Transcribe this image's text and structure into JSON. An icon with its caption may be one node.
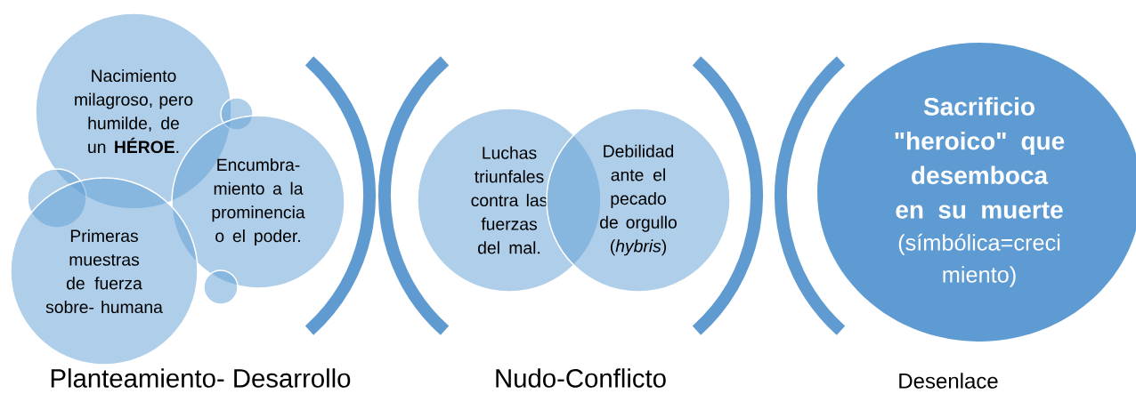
{
  "diagram": {
    "nodes": [
      {
        "text": [
          "Nacimiento milagroso, pero humilde, de un **HÉROE**."
        ]
      },
      {
        "text": [],
        "shape": "circle"
      },
      {
        "text": [
          "Encumbra- miento a la prominencia o el poder."
        ]
      },
      {
        "text": [],
        "shape": "circle"
      },
      {
        "text": [
          "Primeras muestras de fuerza sobre- humana"
        ]
      },
      {
        "text": [],
        "shape": "circle"
      },
      {
        "text": [
          "Luchas triunfales contra las fuerzas del mal."
        ]
      },
      {
        "text": [
          "Debilidad ante el pecado de orgullo (*hybris*)"
        ]
      },
      {
        "text": [
          "Sacrificio \"heroico\" que desemboca en su muerte",
          "(símbólica=creci miento)"
        ]
      }
    ],
    "labels": [
      "Planteamiento- Desarrollo",
      "Nudo-Conflicto",
      "Desenlace"
    ]
  }
}
